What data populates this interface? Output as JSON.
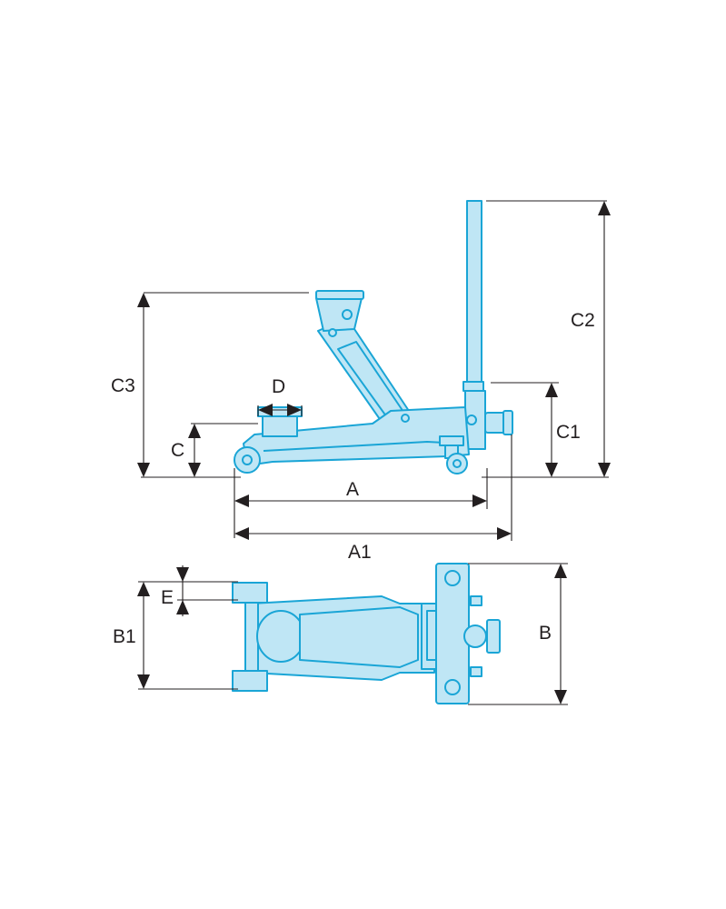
{
  "colors": {
    "part_fill": "#bfe6f5",
    "part_stroke": "#1aa5d6",
    "dimension_line": "#231f20"
  },
  "labels": {
    "A": "A",
    "A1": "A1",
    "B": "B",
    "B1": "B1",
    "C": "C",
    "C1": "C1",
    "C2": "C2",
    "C3": "C3",
    "D": "D",
    "E": "E"
  }
}
